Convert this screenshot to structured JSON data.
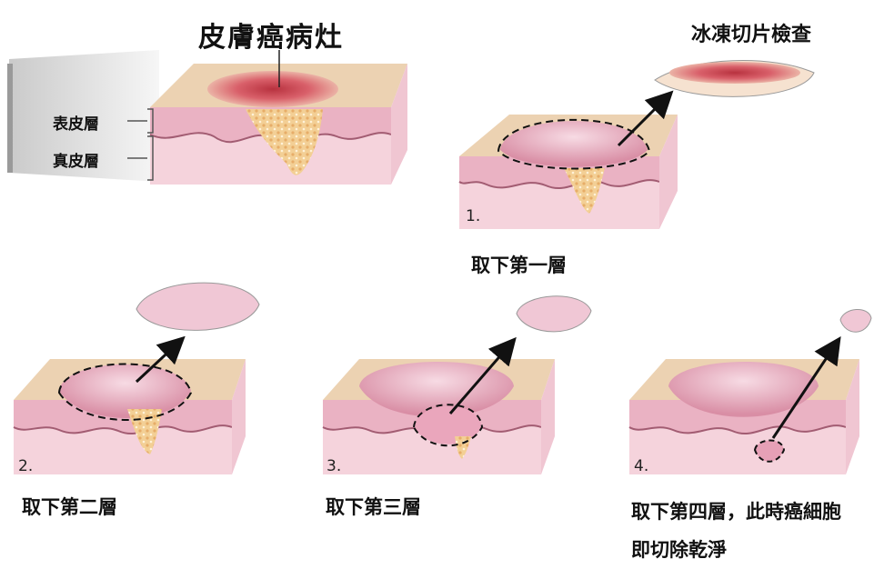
{
  "title": "皮膚癌病灶",
  "frozen_section": "冰凍切片檢查",
  "layers": {
    "epidermis": "表皮層",
    "dermis": "真皮層"
  },
  "steps": [
    {
      "number": "1.",
      "label": "取下第一層"
    },
    {
      "number": "2.",
      "label": "取下第二層"
    },
    {
      "number": "3.",
      "label": "取下第三層"
    },
    {
      "number": "4.",
      "label": "取下第四層，此時癌細胞即切除乾淨"
    }
  ],
  "colors": {
    "skin_top": "#ecd2b2",
    "dermis": "#f5d3dc",
    "epidermis": "#eab2c3",
    "tumor": "#f1c68a",
    "lesion": "#d9606a"
  }
}
